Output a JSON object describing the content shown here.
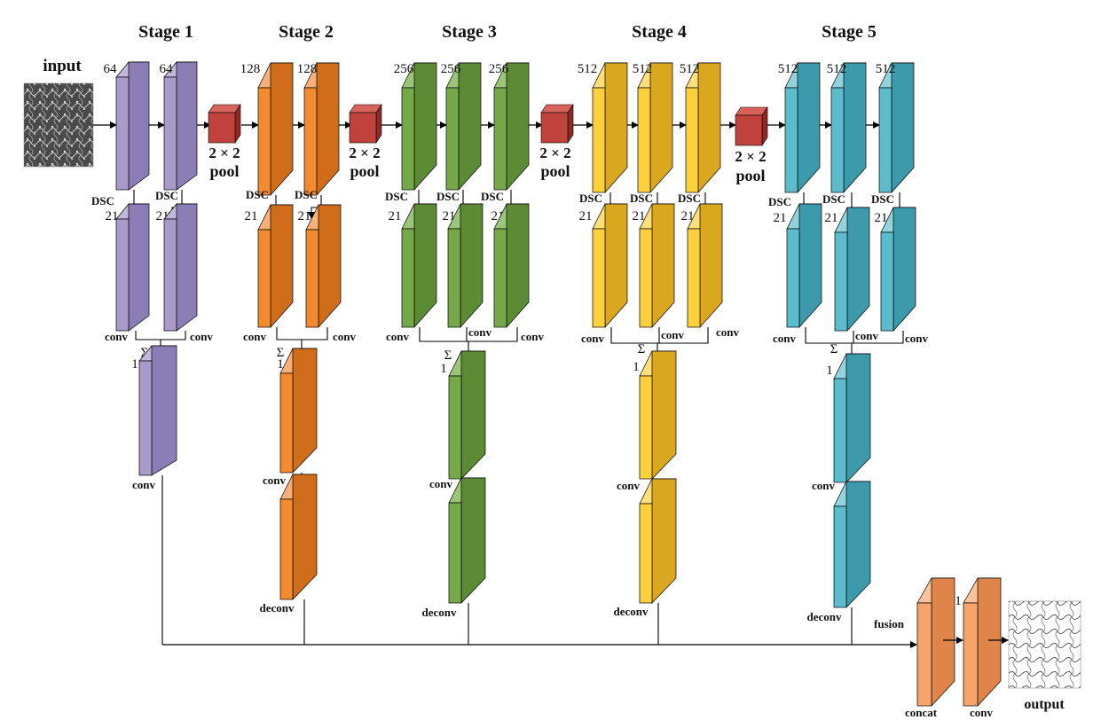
{
  "labels": {
    "input": "input",
    "output": "output",
    "pool": "pool",
    "pool_kernel": "2 × 2",
    "dsc": "DSC",
    "conv": "conv",
    "deconv": "deconv",
    "sum": "Σ",
    "fusion": "fusion",
    "concat": "concat",
    "fusion_conv_channels": "1"
  },
  "colors": {
    "stage1": "#a89bc9",
    "stage2": "#f28a30",
    "stage3": "#76a84a",
    "stage4": "#fccf3c",
    "stage5": "#5cbccb",
    "pool": "#c0423d",
    "fusion": "#f6a46c"
  },
  "stages": [
    {
      "title": "Stage 1",
      "main_channels": [
        "64",
        "64"
      ],
      "dsc_channels": [
        "21",
        "21"
      ],
      "sum_channels": "1"
    },
    {
      "title": "Stage 2",
      "main_channels": [
        "128",
        "128"
      ],
      "dsc_channels": [
        "21",
        "21"
      ],
      "sum_channels": "1"
    },
    {
      "title": "Stage 3",
      "main_channels": [
        "256",
        "256",
        "256"
      ],
      "dsc_channels": [
        "21",
        "21",
        "21"
      ],
      "sum_channels": "1"
    },
    {
      "title": "Stage 4",
      "main_channels": [
        "512",
        "512",
        "512"
      ],
      "dsc_channels": [
        "21",
        "21",
        "21"
      ],
      "sum_channels": "1"
    },
    {
      "title": "Stage 5",
      "main_channels": [
        "512",
        "512",
        "512"
      ],
      "dsc_channels": [
        "21",
        "21",
        "21"
      ],
      "sum_channels": "1"
    }
  ]
}
